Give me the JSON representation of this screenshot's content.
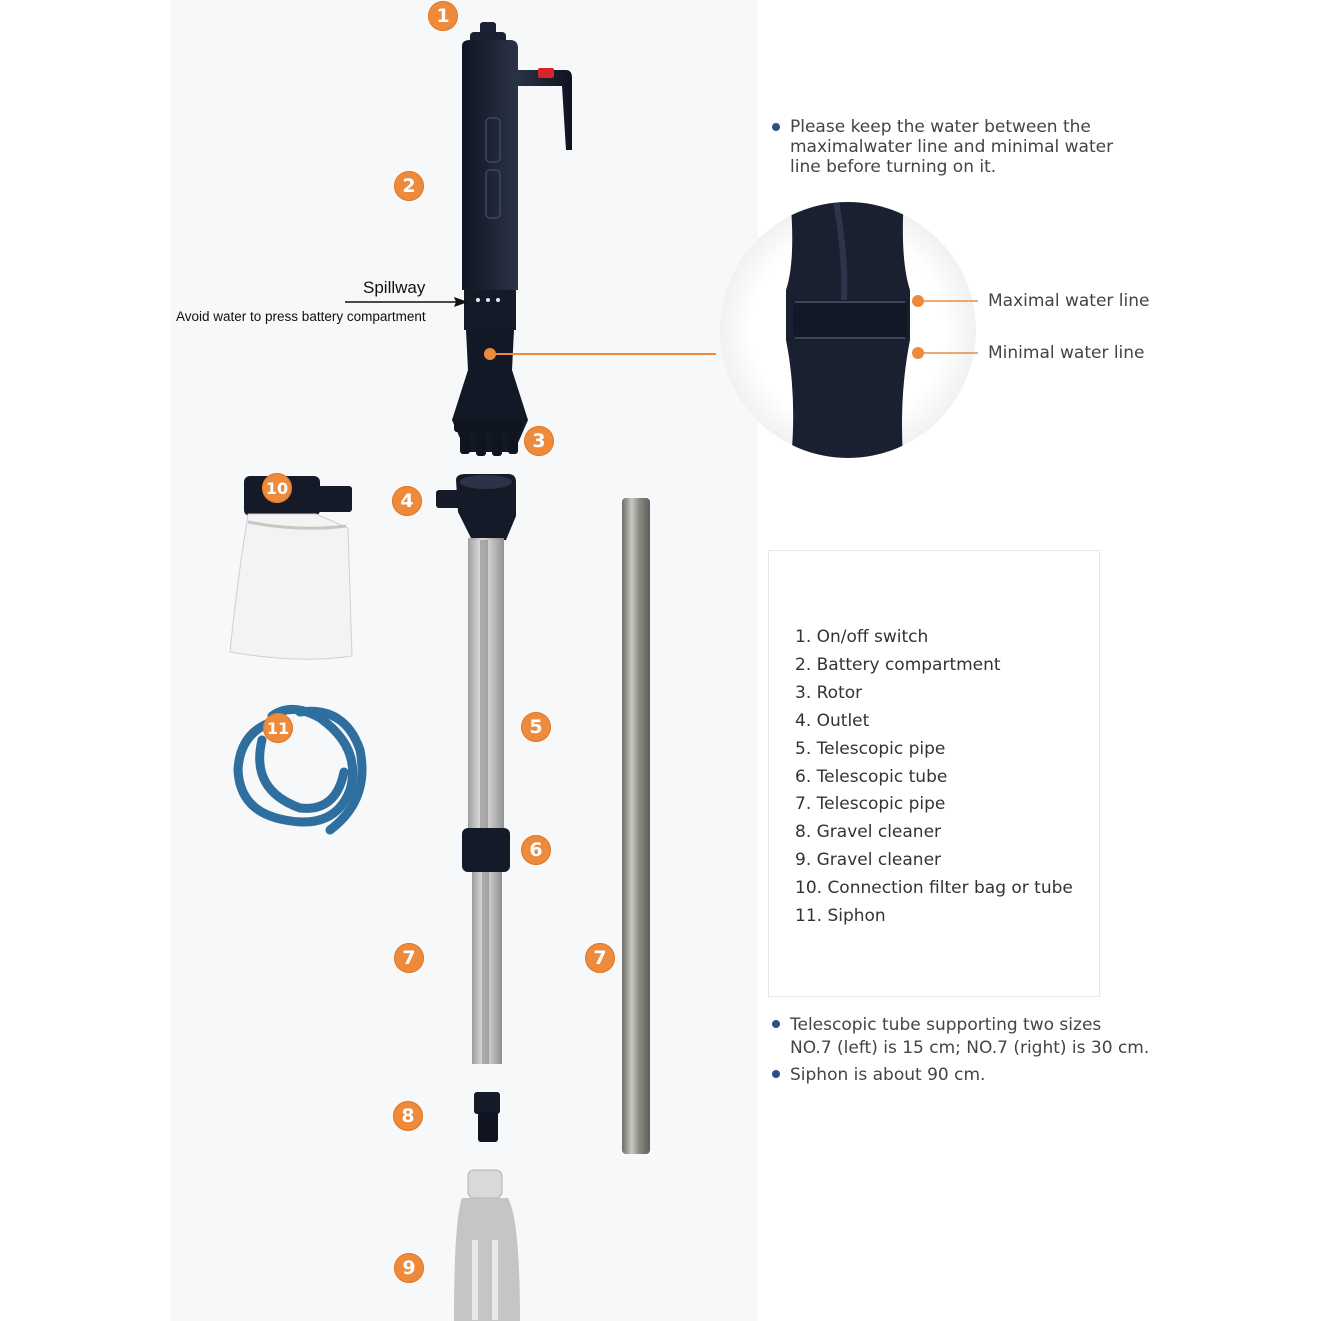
{
  "top_note": {
    "lines": [
      "Please keep the water between the",
      "maximalwater line and minimal water",
      "line before turning on it."
    ]
  },
  "spillway": {
    "title": "Spillway",
    "subtitle": "Avoid water to press battery compartment"
  },
  "water_lines": {
    "max": "Maximal water line",
    "min": "Minimal water line"
  },
  "badges": [
    "1",
    "2",
    "3",
    "4",
    "5",
    "6",
    "7",
    "7",
    "8",
    "9",
    "10",
    "11"
  ],
  "parts": [
    "1. On/off switch",
    "2. Battery compartment",
    "3. Rotor",
    "4. Outlet",
    "5. Telescopic pipe",
    "6. Telescopic tube",
    "7. Telescopic pipe",
    "8. Gravel cleaner",
    "9. Gravel cleaner",
    "10. Connection filter bag or tube",
    "11. Siphon"
  ],
  "bottom_notes": [
    {
      "lines": [
        "Telescopic tube supporting two sizes",
        "NO.7 (left) is 15 cm; NO.7 (right) is 30 cm."
      ]
    },
    {
      "lines": [
        "Siphon is about 90 cm."
      ]
    }
  ],
  "colors": {
    "accent": "#ee8a3b",
    "bullet": "#2c4f86",
    "hose": "#2f6f9f",
    "body": "#1d2535"
  }
}
